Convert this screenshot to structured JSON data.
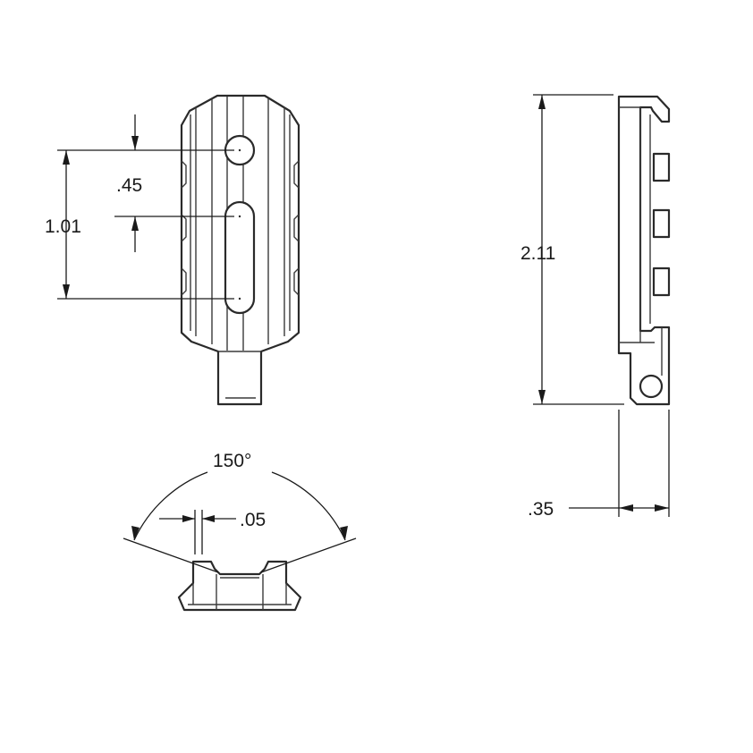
{
  "dimensions": {
    "hole_offset": ".45",
    "hole_spacing": "1.01",
    "overall_height": "2.11",
    "depth": ".35",
    "angle": "150°",
    "gap": ".05"
  },
  "colors": {
    "line": "#2a2a2a",
    "background": "#ffffff"
  }
}
